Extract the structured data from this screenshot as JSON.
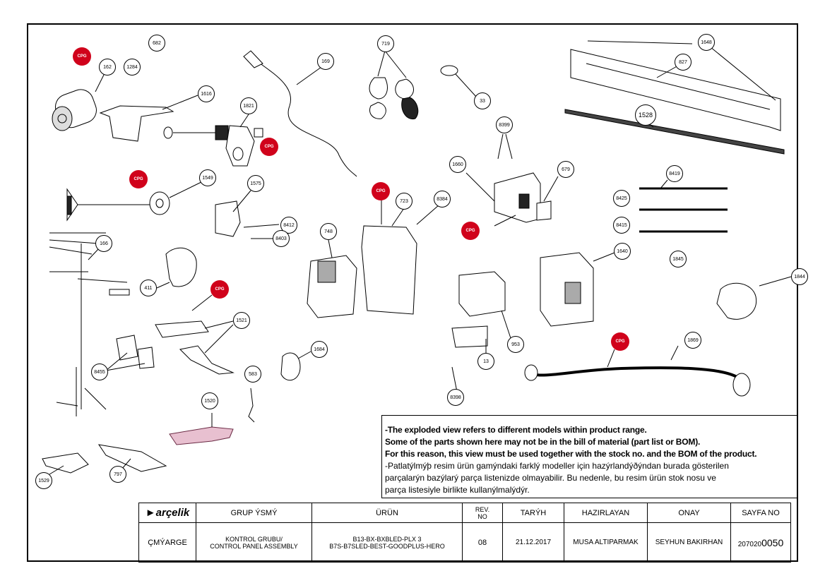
{
  "callouts": [
    {
      "id": "c682",
      "label": "682"
    },
    {
      "id": "c1284",
      "label": "1284"
    },
    {
      "id": "c162",
      "label": "162"
    },
    {
      "id": "c1616",
      "label": "1616"
    },
    {
      "id": "c1821",
      "label": "1821"
    },
    {
      "id": "c169",
      "label": "169"
    },
    {
      "id": "c719",
      "label": "719"
    },
    {
      "id": "c33",
      "label": "33"
    },
    {
      "id": "c1648",
      "label": "1648"
    },
    {
      "id": "c827",
      "label": "827"
    },
    {
      "id": "c1528",
      "label": "1528"
    },
    {
      "id": "c1549",
      "label": "1549"
    },
    {
      "id": "c1575",
      "label": "1575"
    },
    {
      "id": "c8412",
      "label": "8412"
    },
    {
      "id": "c8403",
      "label": "8403"
    },
    {
      "id": "c8399",
      "label": "8399"
    },
    {
      "id": "c1660",
      "label": "1660"
    },
    {
      "id": "c679",
      "label": "679"
    },
    {
      "id": "c8419",
      "label": "8419"
    },
    {
      "id": "c8425",
      "label": "8425"
    },
    {
      "id": "c8415",
      "label": "8415"
    },
    {
      "id": "c723",
      "label": "723"
    },
    {
      "id": "c8384",
      "label": "8384"
    },
    {
      "id": "c748",
      "label": "748"
    },
    {
      "id": "c166",
      "label": "166"
    },
    {
      "id": "c411",
      "label": "411"
    },
    {
      "id": "c1521",
      "label": "1521"
    },
    {
      "id": "c1640",
      "label": "1640"
    },
    {
      "id": "c1845",
      "label": "1845"
    },
    {
      "id": "c1844",
      "label": "1844"
    },
    {
      "id": "c953",
      "label": "953"
    },
    {
      "id": "c13",
      "label": "13"
    },
    {
      "id": "c1869",
      "label": "1869"
    },
    {
      "id": "c1684",
      "label": "1684"
    },
    {
      "id": "c583",
      "label": "583"
    },
    {
      "id": "c8455",
      "label": "8455"
    },
    {
      "id": "c8398",
      "label": "8398"
    },
    {
      "id": "c1520",
      "label": "1520"
    },
    {
      "id": "c1529",
      "label": "1529"
    },
    {
      "id": "c797",
      "label": "797"
    }
  ],
  "badge_label": "CPG",
  "notes": {
    "en1": "-The exploded view refers to different models within product range.",
    "en2": "Some of the parts shown here may not be in the bill of material (part list or BOM).",
    "en3": "For this reason, this view must be used together with the stock no. and the BOM of the product.",
    "tr1": "-Patlatýlmýþ resim ürün gamýndaki farklý modeller için hazýrlandýðýndan burada gösterilen",
    "tr2": "parçalarýn bazýlarý parça listenizde olmayabilir. Bu nedenle, bu resim ürün stok nosu ve",
    "tr3": "parça listesiyle birlikte kullanýlmalýdýr."
  },
  "titleblock": {
    "logo": "arçelik",
    "h_group": "GRUP ÝSMÝ",
    "h_product": "ÜRÜN",
    "h_rev1": "REV.",
    "h_rev2": "NO",
    "h_date": "TARÝH",
    "h_prepared": "HAZIRLAYAN",
    "h_approval": "ONAY",
    "h_page": "SAYFA NO",
    "row_label": "ÇMÝARGE",
    "group1": "KONTROL GRUBU/",
    "group2": "CONTROL PANEL ASSEMBLY",
    "product1": "B13-BX-BXBLED-PLX 3",
    "product2": "B7S-B7SLED-BEST-GOODPLUS-HERO",
    "rev": "08",
    "date": "21.12.2017",
    "prepared": "MUSA ALTIPARMAK",
    "approval": "SEYHUN BAKIRHAN",
    "page_prefix": "207020",
    "page_suffix": "0050"
  }
}
